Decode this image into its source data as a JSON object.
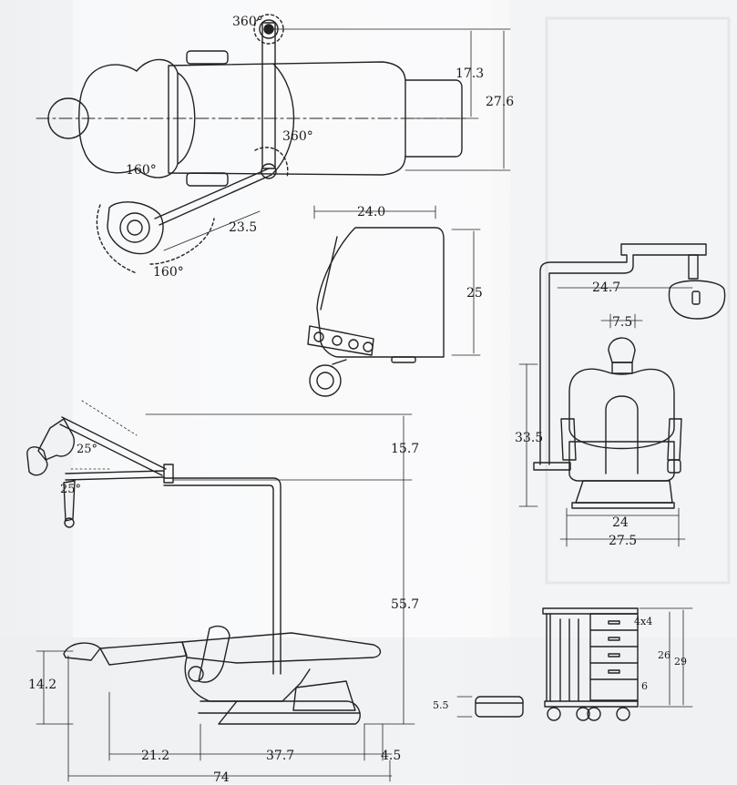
{
  "drawing": {
    "top_view": {
      "rotation_base": "360°",
      "rotation_arm": "360°",
      "light_angle_left": "160°",
      "light_angle_bottom": "160°",
      "arm_length": "23.5",
      "width_half": "17.3",
      "width_full": "27.6"
    },
    "tray": {
      "width": "24.0",
      "depth": "25"
    },
    "front_view": {
      "arm_reach": "24.7",
      "headrest_width": "7.5",
      "height": "33.5",
      "base_width": "24",
      "overall_width": "27.5"
    },
    "side_view": {
      "light_tilt_upper": "25°",
      "light_tilt_lower": "25°",
      "light_height": "15.7",
      "pole_height": "55.7",
      "seat_height": "14.2",
      "seg_left": "21.2",
      "seg_mid": "37.7",
      "seg_right": "4.5",
      "overall_length": "74"
    },
    "cabinet": {
      "drawer_size": "4x4",
      "inner_height": "26",
      "overall_height": "29",
      "drawer_height": "6"
    },
    "foot_pedal": {
      "height": "5.5"
    }
  }
}
